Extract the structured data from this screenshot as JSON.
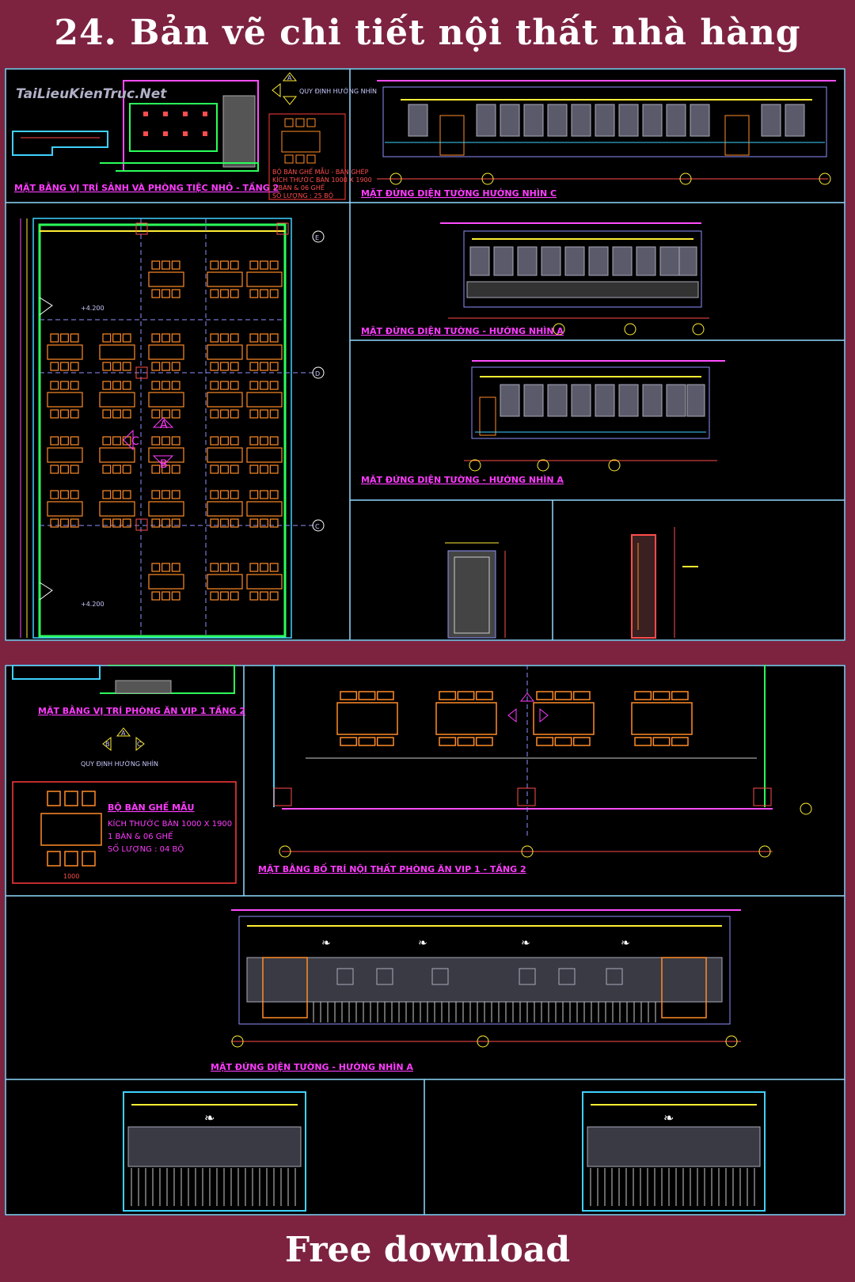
{
  "header": {
    "title": "24. Bản vẽ chi tiết nội thất nhà hàng"
  },
  "footer": {
    "label": "Free download"
  },
  "watermark": "TaiLieuKienTruc.Net",
  "sheet1": {
    "plan_label": "MẶT BẰNG VỊ TRÍ SẢNH VÀ PHÒNG TIỆC NHỎ - TẦNG 2",
    "view_rule": "QUY ĐỊNH HƯỚNG NHÌN",
    "sample_title": "BỘ BÀN GHẾ MẪU - BÀN GHÉP",
    "sample_lines": [
      "KÍCH THƯỚC BÀN 1000 X 1900",
      "1 BÀN & 06 GHẾ",
      "SỐ LƯỢNG : 25 BỘ"
    ],
    "elev_c_label": "MẶT ĐỨNG DIỆN TƯỜNG HƯỚNG NHÌN C",
    "elev_a1_label": "MẶT ĐỨNG DIỆN TƯỜNG - HƯỚNG NHÌN A",
    "elev_a2_label": "MẶT ĐỨNG DIỆN TƯỜNG - HƯỚNG NHÌN A",
    "level_1": "+4.200",
    "level_2": "+4.200",
    "view_marks": [
      "A",
      "B",
      "C"
    ],
    "grid_marks": [
      "E",
      "D",
      "C"
    ]
  },
  "sheet2": {
    "plan_label": "MẶT BẰNG VỊ TRÍ PHÒNG ĂN VIP 1 TẦNG 2",
    "view_rule": "QUY ĐỊNH HƯỚNG NHÌN",
    "sample_title": "BỘ BÀN GHẾ MẪU",
    "sample_lines": [
      "KÍCH THƯỚC BÀN 1000 X 1900",
      "1 BÀN & 06 GHẾ",
      "SỐ LƯỢNG : 04 BỘ"
    ],
    "sample_dim": "1000",
    "vip_plan_label": "MẶT BẰNG BỐ TRÍ NỘI THẤT PHÒNG ĂN VIP 1 - TẦNG 2",
    "elev_label": "MẶT ĐỨNG DIỆN TƯỜNG - HƯỚNG NHÌN A",
    "view_marks": [
      "A",
      "B",
      "C"
    ]
  },
  "colors": {
    "banner": "#7d2340",
    "cad_bg": "#000000",
    "label": "#ff3cff",
    "orange": "#ff8c28"
  }
}
